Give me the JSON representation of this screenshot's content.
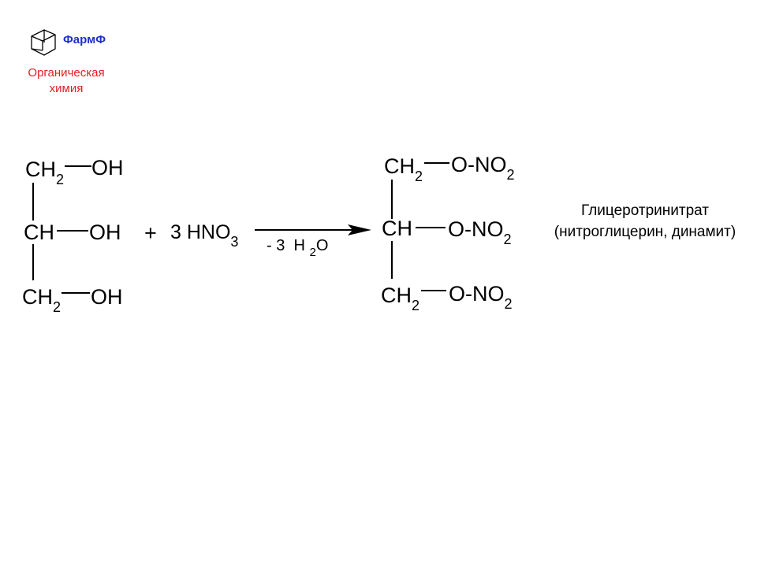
{
  "logo": {
    "name": "ФармФ",
    "subject_line1": "Органическая",
    "subject_line2": "химия",
    "name_color": "#1f2fd0",
    "subject_color": "#e02020",
    "icon": "adamantane-molecule-icon"
  },
  "reaction": {
    "reactant": {
      "rows": [
        {
          "atom": "CH",
          "sub": "2",
          "group": "OH"
        },
        {
          "atom": "CH",
          "sub": "",
          "group": "OH"
        },
        {
          "atom": "CH",
          "sub": "2",
          "group": "OH"
        }
      ]
    },
    "plus": "+",
    "reagent": {
      "coef": "3",
      "formula": "HNO",
      "sub": "3"
    },
    "condition": {
      "text": "- 3",
      "h": "H",
      "sub": "2",
      "o": "O"
    },
    "product": {
      "rows": [
        {
          "atom": "CH",
          "sub": "2",
          "group": "O-NO",
          "group_sub": "2"
        },
        {
          "atom": "CH",
          "sub": "",
          "group": "O-NO",
          "group_sub": "2"
        },
        {
          "atom": "CH",
          "sub": "2",
          "group": "O-NO",
          "group_sub": "2"
        }
      ]
    },
    "product_name": {
      "line1": "Глицеротринитрат",
      "line2": "(нитроглицерин, динамит)"
    }
  }
}
